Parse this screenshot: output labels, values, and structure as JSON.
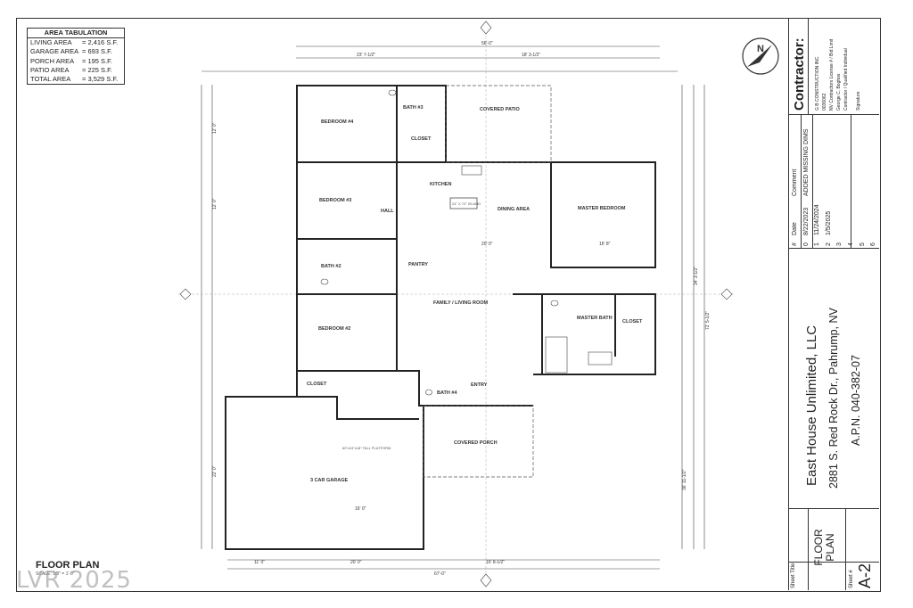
{
  "area_tabulation": {
    "title": "AREA TABULATION",
    "rows": [
      {
        "label": "LIVING AREA",
        "value": "= 2,416 S.F."
      },
      {
        "label": "GARAGE AREA",
        "value": "= 693 S.F."
      },
      {
        "label": "PORCH AREA",
        "value": "= 195 S.F."
      },
      {
        "label": "PATIO AREA",
        "value": "= 225 S.F."
      },
      {
        "label": "TOTAL AREA",
        "value": "= 3,529 S.F."
      }
    ]
  },
  "rooms": {
    "bedroom4": "BEDROOM #4",
    "bath3": "BATH #3",
    "covered_patio": "COVERED PATIO",
    "closet_top": "CLOSET",
    "kitchen": "KITCHEN",
    "island": "24\" X 72\" ISLAND",
    "dining": "DINING AREA",
    "master_bedroom": "MASTER BEDROOM",
    "bedroom3": "BEDROOM #3",
    "hall": "HALL",
    "bath2": "BATH #2",
    "pantry": "PANTRY",
    "family": "FAMILY / LIVING ROOM",
    "bedroom2": "BEDROOM #2",
    "master_bath": "MASTER BATH",
    "closet_master": "CLOSET",
    "closet_left": "CLOSET",
    "bath4": "BATH #4",
    "entry": "ENTRY",
    "covered_porch": "COVERED PORCH",
    "garage": "3 CAR GARAGE",
    "platform": "60\"x24\"x18\" TALL PLATFORM"
  },
  "dimensions": {
    "overall_top": "56'-0\"",
    "top_left": "23' 7-1/2\"",
    "top_right": "18' 3-1/2\"",
    "overall_bottom": "67'-0\"",
    "bottom_left": "11' 0\"",
    "bottom_mid": "20' 0\"",
    "bottom_right": "16' 8-1/2\"",
    "right_overall": "72' 5-1/2\"",
    "right_2": "34' 3-1/2\"",
    "right_3": "36' 11-1/2\"",
    "left_1": "12' 0\"",
    "left_2": "12' 0\"",
    "left_3": "22' 0\"",
    "dining_w": "20' 0\"",
    "master_w": "16' 8\"",
    "garage_w": "16' 0\""
  },
  "plan_title": "FLOOR PLAN",
  "plan_scale": "SCALE: 1/8\" = 1'-0\"",
  "title_block": {
    "contractor_heading": "Contractor:",
    "contractor_lines": [
      "G B CONSTRUCTION INC.",
      "0036062",
      "NV Contractors License # / Bid Limit",
      "George C. Boghos",
      "Contractor / Qualified Individual"
    ],
    "signature_label": "Signature",
    "revision_headers": {
      "num": "#",
      "date": "Date",
      "comment": "Comment"
    },
    "revisions": [
      {
        "num": "0",
        "date": "8/22/2023",
        "comment": "ADDED MISSING DIMS"
      },
      {
        "num": "1",
        "date": "11/24/2024",
        "comment": ""
      },
      {
        "num": "2",
        "date": "1/5/2025",
        "comment": ""
      },
      {
        "num": "3",
        "date": "",
        "comment": ""
      },
      {
        "num": "4",
        "date": "",
        "comment": ""
      },
      {
        "num": "5",
        "date": "",
        "comment": ""
      },
      {
        "num": "6",
        "date": "",
        "comment": ""
      }
    ],
    "client": "East House Unlimited, LLC",
    "address": "2881 S. Red Rock Dr., Pahrump, NV",
    "apn": "A.P.N. 040-382-07",
    "sheet_title_label": "Sheet Title",
    "sheet_title": "FLOOR PLAN",
    "sheet_num_label": "Sheet #",
    "sheet_num": "A-2"
  },
  "watermark": "LVR 2025"
}
